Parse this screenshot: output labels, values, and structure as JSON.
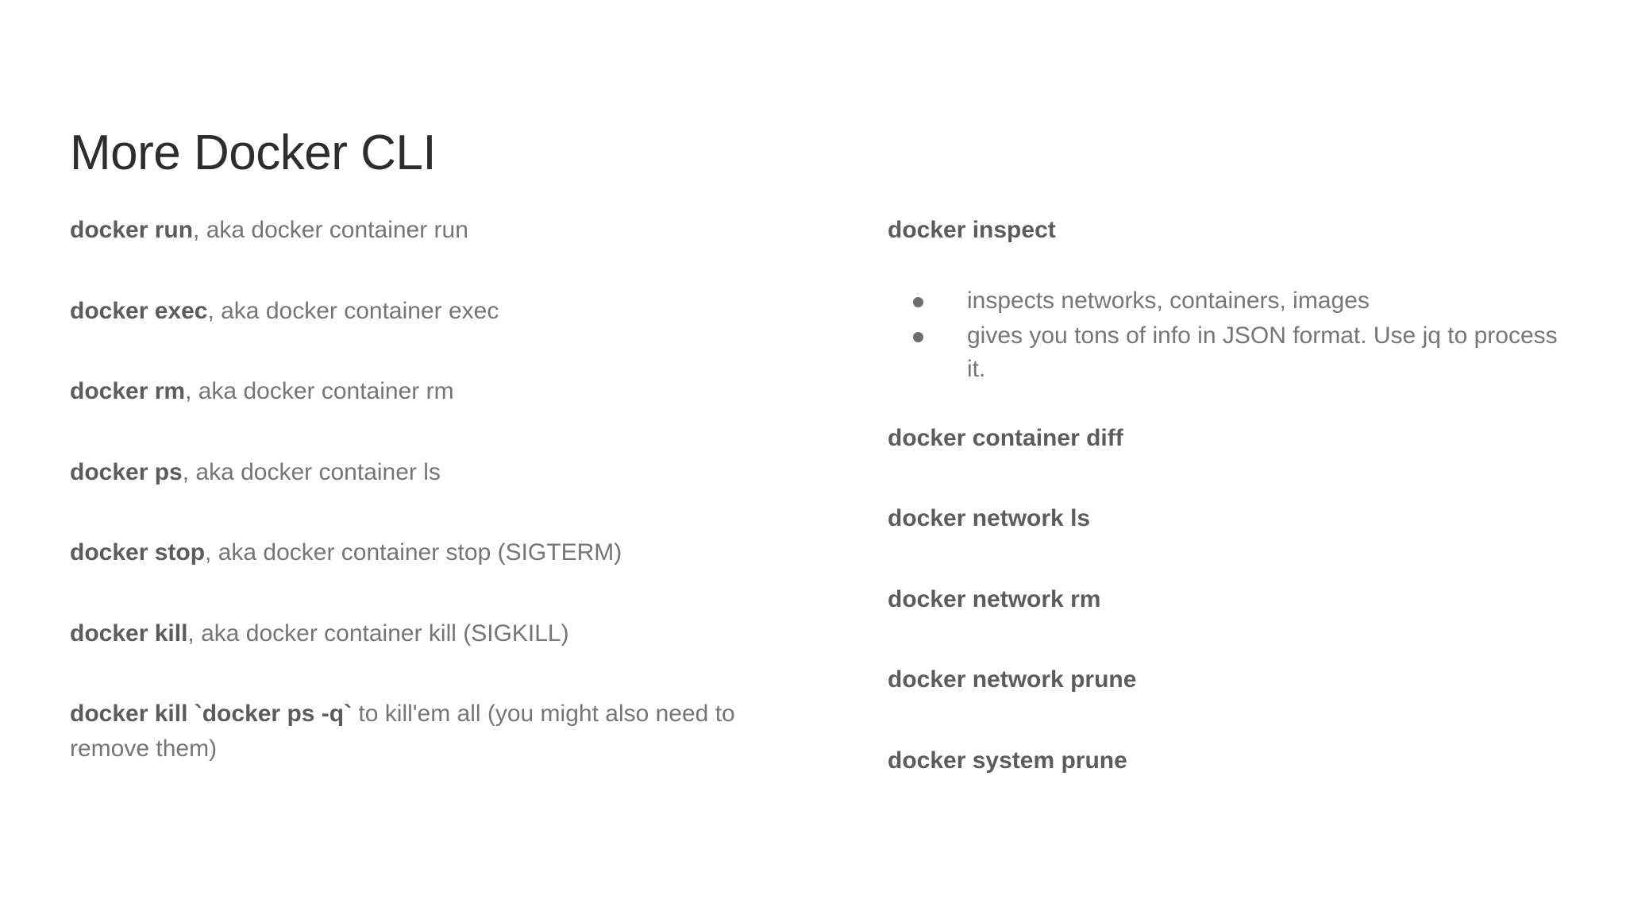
{
  "slide": {
    "title": "More Docker CLI",
    "colors": {
      "background": "#ffffff",
      "title_text": "#2d2d2d",
      "bold_text": "#5c5c5c",
      "body_text": "#757575",
      "bullet_marker": "#6d6d6d"
    }
  },
  "left_column": {
    "entries": [
      {
        "cmd": "docker run",
        "rest": ", aka docker container run"
      },
      {
        "cmd": "docker exec",
        "rest": ", aka docker container exec"
      },
      {
        "cmd": "docker rm",
        "rest": ", aka docker container rm"
      },
      {
        "cmd": "docker ps",
        "rest": ", aka docker container ls"
      },
      {
        "cmd": "docker stop",
        "rest": ", aka docker container stop (SIGTERM)"
      },
      {
        "cmd": "docker kill",
        "rest": ", aka docker container kill (SIGKILL)"
      },
      {
        "cmd": "docker kill `docker ps -q`",
        "rest": " to kill'em all (you might also need to remove them)"
      }
    ]
  },
  "right_column": {
    "inspect_heading": "docker inspect",
    "inspect_bullets": [
      "inspects networks, containers, images",
      "gives you tons of info in JSON format. Use jq to process it."
    ],
    "entries": [
      "docker container diff",
      "docker network ls",
      "docker network rm",
      "docker network prune",
      "docker system prune"
    ]
  }
}
